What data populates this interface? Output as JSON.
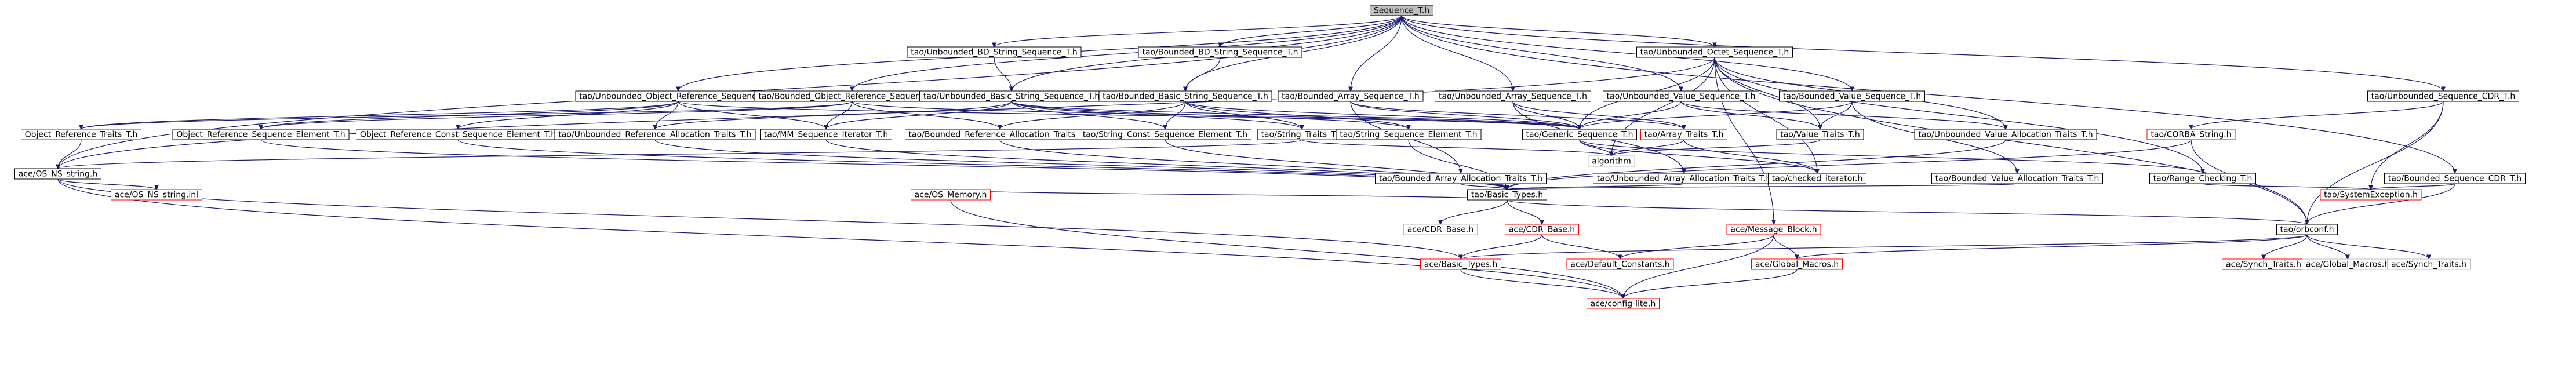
{
  "diagram": {
    "nodes": [
      {
        "id": "sequence_t",
        "label": "Sequence_T.h"
      },
      {
        "id": "unb_bd_string",
        "label": "tao/Unbounded_BD_String_Sequence_T.h"
      },
      {
        "id": "bnd_bd_string",
        "label": "tao/Bounded_BD_String_Sequence_T.h"
      },
      {
        "id": "unb_octet",
        "label": "tao/Unbounded_Octet_Sequence_T.h"
      },
      {
        "id": "unb_objref",
        "label": "tao/Unbounded_Object_Reference_Sequence_T.h"
      },
      {
        "id": "bnd_objref",
        "label": "tao/Bounded_Object_Reference_Sequence_T.h"
      },
      {
        "id": "unb_basic_str",
        "label": "tao/Unbounded_Basic_String_Sequence_T.h"
      },
      {
        "id": "bnd_basic_str",
        "label": "tao/Bounded_Basic_String_Sequence_T.h"
      },
      {
        "id": "bnd_array",
        "label": "tao/Bounded_Array_Sequence_T.h"
      },
      {
        "id": "unb_array",
        "label": "tao/Unbounded_Array_Sequence_T.h"
      },
      {
        "id": "unb_value",
        "label": "tao/Unbounded_Value_Sequence_T.h"
      },
      {
        "id": "bnd_value",
        "label": "tao/Bounded_Value_Sequence_T.h"
      },
      {
        "id": "unb_seq_cdr",
        "label": "tao/Unbounded_Sequence_CDR_T.h"
      },
      {
        "id": "objref_traits",
        "label": "Object_Reference_Traits_T.h"
      },
      {
        "id": "objref_elem",
        "label": "Object_Reference_Sequence_Element_T.h"
      },
      {
        "id": "objref_const_elem",
        "label": "Object_Reference_Const_Sequence_Element_T.h"
      },
      {
        "id": "unb_ref_alloc",
        "label": "tao/Unbounded_Reference_Allocation_Traits_T.h"
      },
      {
        "id": "mm_iter",
        "label": "tao/MM_Sequence_Iterator_T.h"
      },
      {
        "id": "bnd_ref_alloc",
        "label": "tao/Bounded_Reference_Allocation_Traits_T.h"
      },
      {
        "id": "str_const_elem",
        "label": "tao/String_Const_Sequence_Element_T.h"
      },
      {
        "id": "string_traits",
        "label": "tao/String_Traits_T.h"
      },
      {
        "id": "str_elem",
        "label": "tao/String_Sequence_Element_T.h"
      },
      {
        "id": "generic_seq",
        "label": "tao/Generic_Sequence_T.h"
      },
      {
        "id": "array_traits",
        "label": "tao/Array_Traits_T.h"
      },
      {
        "id": "value_traits",
        "label": "tao/Value_Traits_T.h"
      },
      {
        "id": "unb_value_alloc",
        "label": "tao/Unbounded_Value_Allocation_Traits_T.h"
      },
      {
        "id": "corba_string",
        "label": "tao/CORBA_String.h"
      },
      {
        "id": "algorithm",
        "label": "algorithm"
      },
      {
        "id": "bnd_array_alloc",
        "label": "tao/Bounded_Array_Allocation_Traits_T.h"
      },
      {
        "id": "unb_array_alloc",
        "label": "tao/Unbounded_Array_Allocation_Traits_T.h"
      },
      {
        "id": "checked_iter",
        "label": "tao/checked_iterator.h"
      },
      {
        "id": "bnd_value_alloc",
        "label": "tao/Bounded_Value_Allocation_Traits_T.h"
      },
      {
        "id": "range_checking",
        "label": "tao/Range_Checking_T.h"
      },
      {
        "id": "bnd_seq_cdr",
        "label": "tao/Bounded_Sequence_CDR_T.h"
      },
      {
        "id": "ace_os_ns_string",
        "label": "ace/OS_NS_string.h"
      },
      {
        "id": "ace_os_ns_string_inl",
        "label": "ace/OS_NS_string.inl"
      },
      {
        "id": "ace_os_memory",
        "label": "ace/OS_Memory.h"
      },
      {
        "id": "tao_basic_types",
        "label": "tao/Basic_Types.h"
      },
      {
        "id": "sys_exception",
        "label": "tao/SystemException.h"
      },
      {
        "id": "cdr_base_h",
        "label": "ace/CDR_Base.h"
      },
      {
        "id": "ace_cdr_base",
        "label": "ace/CDR_Base.h"
      },
      {
        "id": "message_block",
        "label": "ace/Message_Block.h"
      },
      {
        "id": "orbconf",
        "label": "tao/orbconf.h"
      },
      {
        "id": "ace_basic_types",
        "label": "ace/Basic_Types.h"
      },
      {
        "id": "default_constants",
        "label": "ace/Default_Constants.h"
      },
      {
        "id": "ace_global_macros_r",
        "label": "ace/Global_Macros.h"
      },
      {
        "id": "synch_traits_r",
        "label": "ace/Synch_Traits.h"
      },
      {
        "id": "ace_global_macros_g",
        "label": "ace/Global_Macros.h"
      },
      {
        "id": "synch_traits_g",
        "label": "ace/Synch_Traits.h"
      },
      {
        "id": "config_lite",
        "label": "ace/config-lite.h"
      }
    ]
  }
}
